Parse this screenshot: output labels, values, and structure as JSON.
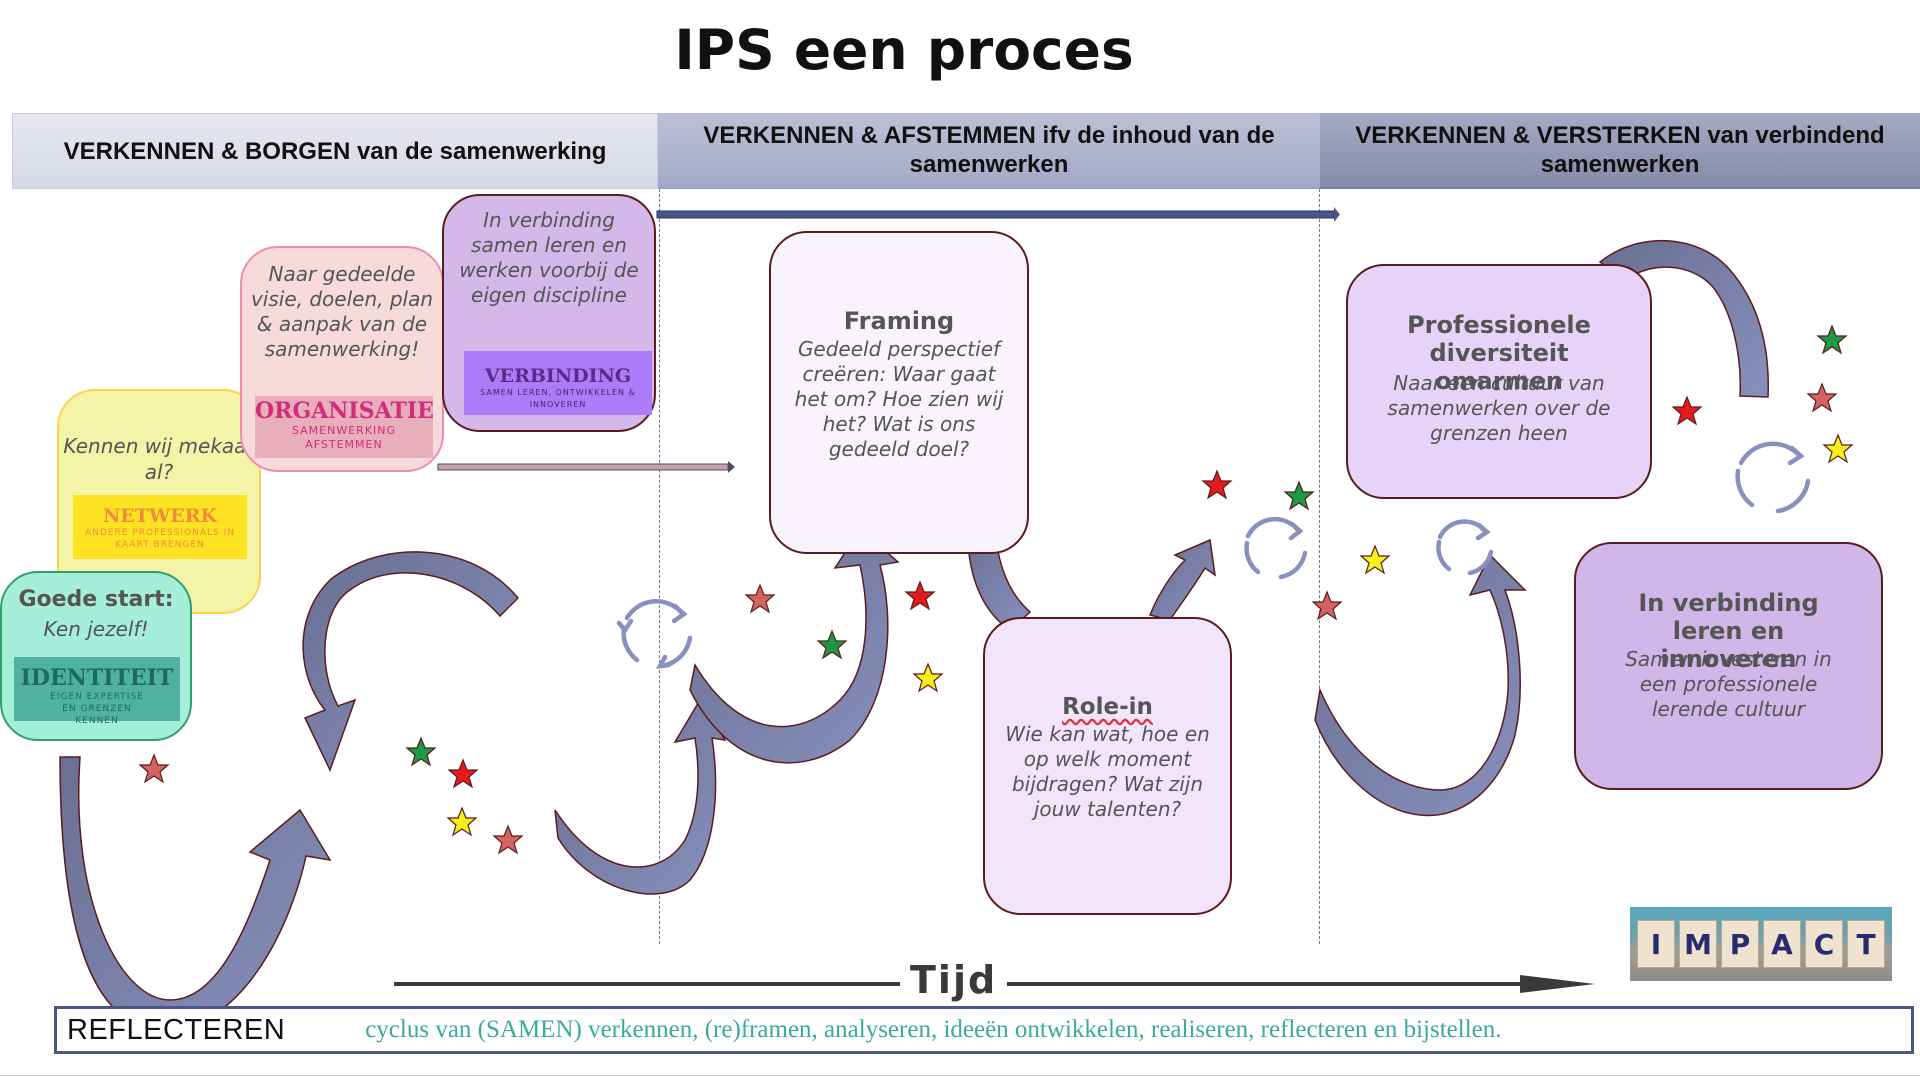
{
  "title": "IPS een proces",
  "phases": [
    {
      "label": "VERKENNEN & BORGEN van de samenwerking"
    },
    {
      "label": "VERKENNEN & AFSTEMMEN ifv de inhoud van de samenwerken"
    },
    {
      "label": "VERKENNEN & VERSTERKEN van verbindend samenwerken"
    }
  ],
  "steps": {
    "goede_start": {
      "title": "Goede start:",
      "text": "Ken jezelf!",
      "badge_title": "IDENTITEIT",
      "badge_sub": "EIGEN EXPERTISE EN GRENZEN KENNEN",
      "color": "#a5eed9"
    },
    "netwerk": {
      "text": "Kennen wij mekaar al?",
      "badge_title": "NETWERK",
      "badge_sub": "ANDERE PROFESSIONALS IN KAART BRENGEN",
      "color": "#f3f4a8"
    },
    "organisatie": {
      "text": "Naar gedeelde visie, doelen, plan & aanpak van de samenwerking!",
      "badge_title": "ORGANISATIE",
      "badge_sub": "SAMENWERKING AFSTEMMEN",
      "color": "#f7dbdb"
    },
    "verbinding": {
      "text": "In verbinding samen leren en werken voorbij de eigen discipline",
      "badge_title": "VERBINDING",
      "badge_sub": "SAMEN LEREN, ONTWIKKELEN & INNOVEREN",
      "color": "#d4b8ea"
    }
  },
  "framing": {
    "title": "Framing",
    "text": "Gedeeld perspectief creëren: Waar gaat het om? Hoe zien wij het? Wat is ons gedeeld doel?"
  },
  "rolein": {
    "title": "Role-in",
    "text": "Wie kan wat, hoe en op welk moment bijdragen? Wat zijn jouw talenten?"
  },
  "diversiteit": {
    "title": "Professionele diversiteit omarmen",
    "text": "Naar een cultuur van samenwerken over de grenzen heen"
  },
  "innoveren": {
    "title": "In verbinding leren en innoveren",
    "text": "Samen investeren in een professionele lerende cultuur"
  },
  "timeline": {
    "label": "Tijd"
  },
  "impact": {
    "letters": [
      "I",
      "M",
      "P",
      "A",
      "C",
      "T"
    ]
  },
  "reflect": {
    "label": "REFLECTEREN",
    "text": "cyclus van (SAMEN) verkennen, (re)framen, analyseren, ideeën ontwikkelen, realiseren, reflecteren en bijstellen."
  },
  "colors": {
    "arrow": "#7a81a8",
    "arrow_dark": "#6a6f92",
    "outline": "#5a1c1c",
    "cycle": "#8891bd",
    "teal": "#3aaa9e",
    "star_red": "#e31b1b",
    "star_green": "#1a9a45",
    "star_pink": "#d66363",
    "star_yellow": "#f7f01b"
  }
}
